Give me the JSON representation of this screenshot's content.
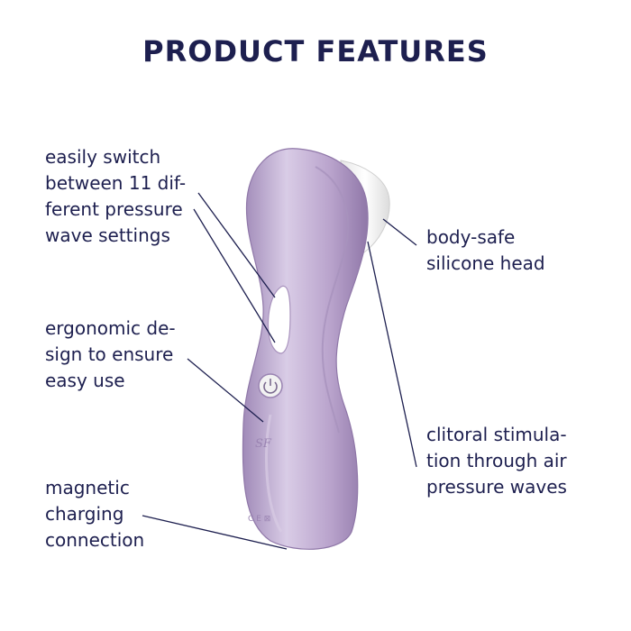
{
  "title": "PRODUCT FEATURES",
  "features": {
    "pressure": [
      "easily switch",
      "between 11 dif-",
      "ferent pressure",
      "wave settings"
    ],
    "ergonomic": [
      "ergonomic de-",
      "sign to ensure",
      "easy use"
    ],
    "charging": [
      "magnetic",
      "charging",
      "connection"
    ],
    "silicone": [
      "body-safe",
      "silicone head"
    ],
    "stimulation": [
      "clitoral stimula-",
      "tion through air",
      "pressure waves"
    ]
  },
  "product": {
    "body_color": "#b9a3cc",
    "button_icon": "power-icon",
    "logo": "SF"
  },
  "colors": {
    "text": "#1d1f4f",
    "lines": "#1d1f4f"
  }
}
